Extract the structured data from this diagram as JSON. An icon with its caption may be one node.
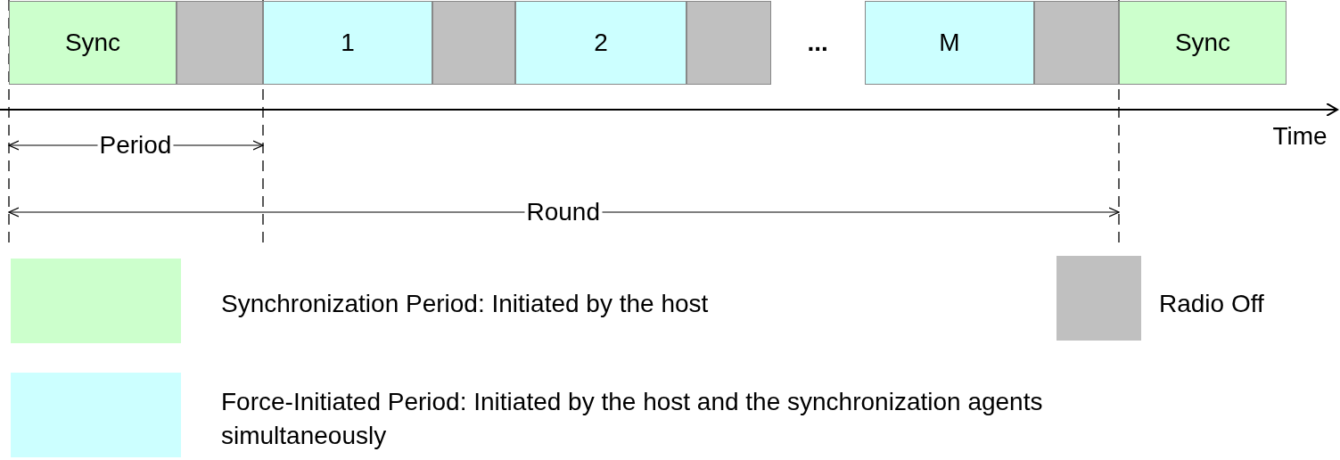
{
  "diagram": {
    "nodes": [
      {
        "text": [
          "Sync"
        ]
      },
      {
        "text": [],
        "shape": "box"
      },
      {
        "text": [
          "1"
        ]
      },
      {
        "text": [],
        "shape": "box"
      },
      {
        "text": [
          "2"
        ]
      },
      {
        "text": [],
        "shape": "box"
      },
      {
        "text": [
          "M"
        ]
      },
      {
        "text": [],
        "shape": "box"
      },
      {
        "text": [
          "Sync"
        ]
      }
    ],
    "edges": [],
    "labels": [
      "...",
      "Time",
      "Period",
      "Round"
    ],
    "legend": [
      {
        "text": "Synchronization Period: Initiated by the host",
        "color": "#ccffcc"
      },
      {
        "text": "Radio Off",
        "color": "#c0c0c0"
      },
      {
        "text": "Force-Initiated Period: Initiated by the host and the synchronization agents simultaneously",
        "color": "#ccffff"
      }
    ]
  }
}
